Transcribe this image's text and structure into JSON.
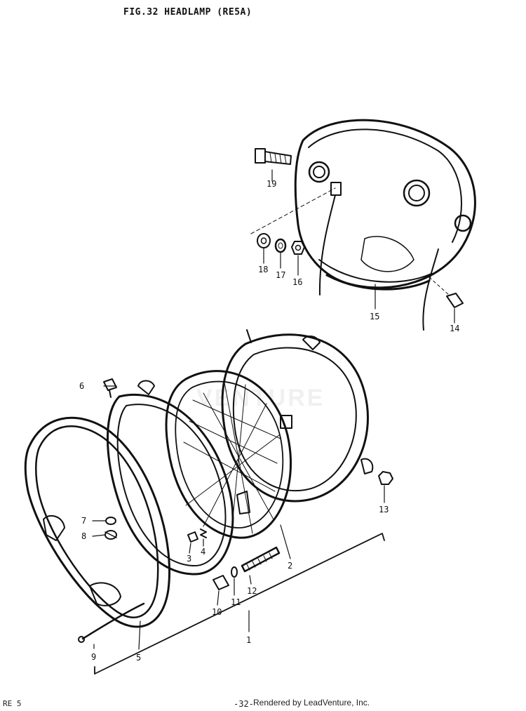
{
  "title": "FIG.32  HEADLAMP (RE5A)",
  "footer": {
    "model": "RE 5",
    "page": "-32-",
    "rendered_by": "Rendered by LeadVenture, Inc."
  },
  "watermark": "VENTURE",
  "callouts": [
    {
      "id": "c1",
      "label": "1"
    },
    {
      "id": "c2",
      "label": "2"
    },
    {
      "id": "c3",
      "label": "3"
    },
    {
      "id": "c4",
      "label": "4"
    },
    {
      "id": "c5",
      "label": "5"
    },
    {
      "id": "c6",
      "label": "6"
    },
    {
      "id": "c7",
      "label": "7"
    },
    {
      "id": "c8",
      "label": "8"
    },
    {
      "id": "c9",
      "label": "9"
    },
    {
      "id": "c10",
      "label": "10"
    },
    {
      "id": "c11",
      "label": "11"
    },
    {
      "id": "c12",
      "label": "12"
    },
    {
      "id": "c13",
      "label": "13"
    },
    {
      "id": "c14",
      "label": "14"
    },
    {
      "id": "c15",
      "label": "15"
    },
    {
      "id": "c16",
      "label": "16"
    },
    {
      "id": "c17",
      "label": "17"
    },
    {
      "id": "c18",
      "label": "18"
    },
    {
      "id": "c19",
      "label": "19"
    }
  ]
}
